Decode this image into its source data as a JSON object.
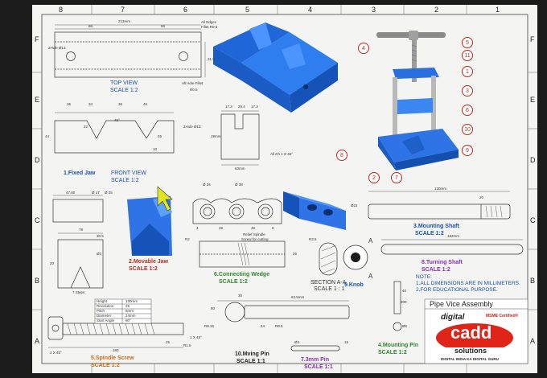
{
  "sheet": {
    "title": "Pipe Vice Assembly",
    "zones_top": [
      "8",
      "7",
      "6",
      "5",
      "4",
      "3",
      "2",
      "1"
    ],
    "zones_side": [
      "F",
      "E",
      "D",
      "C",
      "B",
      "A"
    ]
  },
  "views": {
    "top_view": {
      "title": "TOP VIEW",
      "scale": "SCALE 1:2"
    },
    "front_view": {
      "title": "FRONT VIEW",
      "scale": "SCALE 1:2"
    },
    "fixed_jaw": {
      "label": "1.Fixed Jaw"
    },
    "movable_jaw": {
      "label": "2.Movable Jaw",
      "scale": "SCALE 1:2"
    },
    "connecting_wedge": {
      "label": "6.Connecting Wedge",
      "scale": "SCALE 1:2"
    },
    "section": {
      "label": "SECTION A-A",
      "scale": "SCALE 1 : 1"
    },
    "knob": {
      "label": "9.Knob"
    },
    "mounting_shaft": {
      "label": "3.Mounting Shaft",
      "scale": "SCALE 1:2"
    },
    "turning_shaft": {
      "label": "8.Turning Shaft",
      "scale": "SCALE 1:2"
    },
    "spindle_screw": {
      "label": "5.Spindle Screw",
      "scale": "SCALE 1:2"
    },
    "mving_pin": {
      "label": "10.Mving Pin",
      "scale": "SCALE 1:1"
    },
    "pin_7": {
      "label": "7.3mm Pin",
      "scale": "SCALE 1:1"
    },
    "mounting_pin": {
      "label": "4.Mounting Pin",
      "scale": "SCALE 1:2"
    }
  },
  "notes": {
    "heading": "NOTE:",
    "line1": "1.ALL DIMENSIONS ARE IN MILLIMETERS.",
    "line2": "2.FOR EDUCATIONAL PURPOSE."
  },
  "logo": {
    "tag": "MSME Certified®",
    "word1": "digital",
    "word2": "cadd",
    "word3": "solutions",
    "slogan": "DIGITAL INDIA KA DIGITAL GURU"
  },
  "balloons": [
    "4",
    "5",
    "11",
    "1",
    "3",
    "6",
    "10",
    "9",
    "8",
    "2",
    "7"
  ],
  "dims": {
    "d213": "213mm",
    "d86a": "86",
    "d86b": "86",
    "hole13": "2Hole Ø13",
    "edges": "All Edges",
    "fillet": "Fillet R0.5",
    "d315": "31.5",
    "hole_fillet": "All Hole Fillet",
    "r05": "R0.5",
    "d36a": "36",
    "d36b": "36",
    "d34": "34",
    "d46": "46",
    "d45": "45°",
    "d22": "22",
    "d44": "44",
    "d25": "25",
    "d10": "10",
    "hole13b": "2Hole Ø13",
    "d17": "17.3",
    "d294": "29.4",
    "d173": "17.3",
    "chamfer": "All Ch 1 X 45°",
    "d63": "63mm",
    "d49": "49mm",
    "d478": "47.80",
    "d17b": "Ø 17",
    "d25b": "Ø 25",
    "d78": "78",
    "d305": "30.5",
    "d3": "Ø3",
    "d20": "20",
    "steps": "7 Steps",
    "d34b": "Ø 34",
    "d38": "Ø 38",
    "d48a": "48",
    "d48b": "48",
    "d4": "4",
    "d8": "8",
    "screw": "Screw for cutting",
    "spindle": "Relief Spindle",
    "r2": "R2",
    "d25c": "25",
    "r35": "R3.5",
    "aa1": "A",
    "aa2": "A",
    "d130": "130mm",
    "d22b": "Ø22",
    "d20b": "20",
    "d182": "182mm",
    "d200": "200",
    "height_l": "Height",
    "height_v": "130mm",
    "rev_l": "Revolution",
    "rev_v": "25",
    "pitch_l": "Pitch",
    "pitch_v": "6mm",
    "dia_l": "Diameter",
    "dia_v": "24mm",
    "sta_l": "Start Angle",
    "sta_v": "90°",
    "d180": "180",
    "d25d": "25",
    "d2": "2 X 45°",
    "r15": "R1.5",
    "d65": "1 X 45°",
    "d635": "63.5mm",
    "d30": "30",
    "r015": "R0.15",
    "d24": "24",
    "r05b": "R0.5",
    "d80": "80",
    "d3b": "Ø3",
    "d15": "15",
    "d40": "40",
    "d6": "Ø6"
  }
}
